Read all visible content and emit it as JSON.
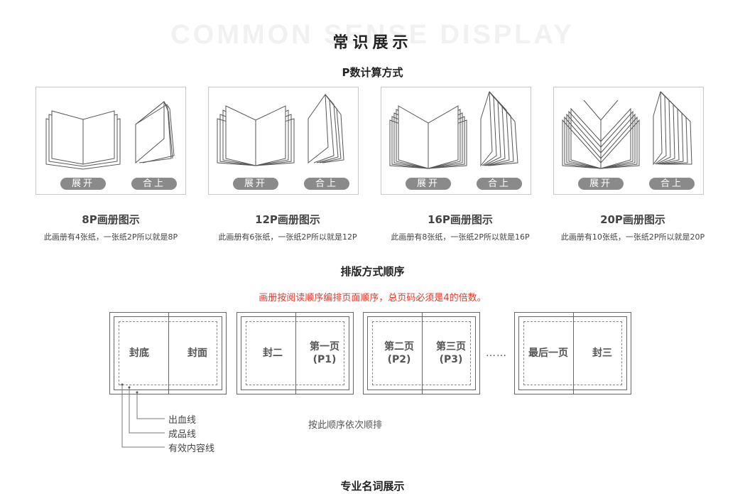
{
  "header": {
    "watermark": "COMMON SENSE DISPLAY",
    "title": "常识展示"
  },
  "sections": {
    "pcount_title": "P数计算方式",
    "layout_title": "排版方式顺序",
    "terms_title": "专业名词展示"
  },
  "cards": [
    {
      "title": "8P画册图示",
      "desc": "此画册有4张纸，一张纸2P所以就是8P",
      "open_label": "展开",
      "close_label": "合上"
    },
    {
      "title": "12P画册图示",
      "desc": "此画册有6张纸，一张纸2P所以就是12P",
      "open_label": "展开",
      "close_label": "合上"
    },
    {
      "title": "16P画册图示",
      "desc": "此画册有8张纸，一张纸2P所以就是16P",
      "open_label": "展开",
      "close_label": "合上"
    },
    {
      "title": "20P画册图示",
      "desc": "此画册有10张纸，一张纸2P所以就是20P",
      "open_label": "展开",
      "close_label": "合上"
    }
  ],
  "layout": {
    "note": "画册按阅读顺序编排页面顺序，总页码必须是4的倍数。",
    "note_color": "#e0392b",
    "spreads": [
      {
        "left": "封底",
        "right": "封面"
      },
      {
        "left": "封二",
        "right": "第一页\n(P1)"
      },
      {
        "left": "第二页\n(P2)",
        "right": "第三页\n(P3)"
      },
      {
        "left": "最后一页",
        "right": "封三"
      }
    ],
    "ellipsis": "……",
    "legend": [
      "出血线",
      "成品线",
      "有效内容线"
    ],
    "order_note": "按此顺序依次顺排"
  }
}
